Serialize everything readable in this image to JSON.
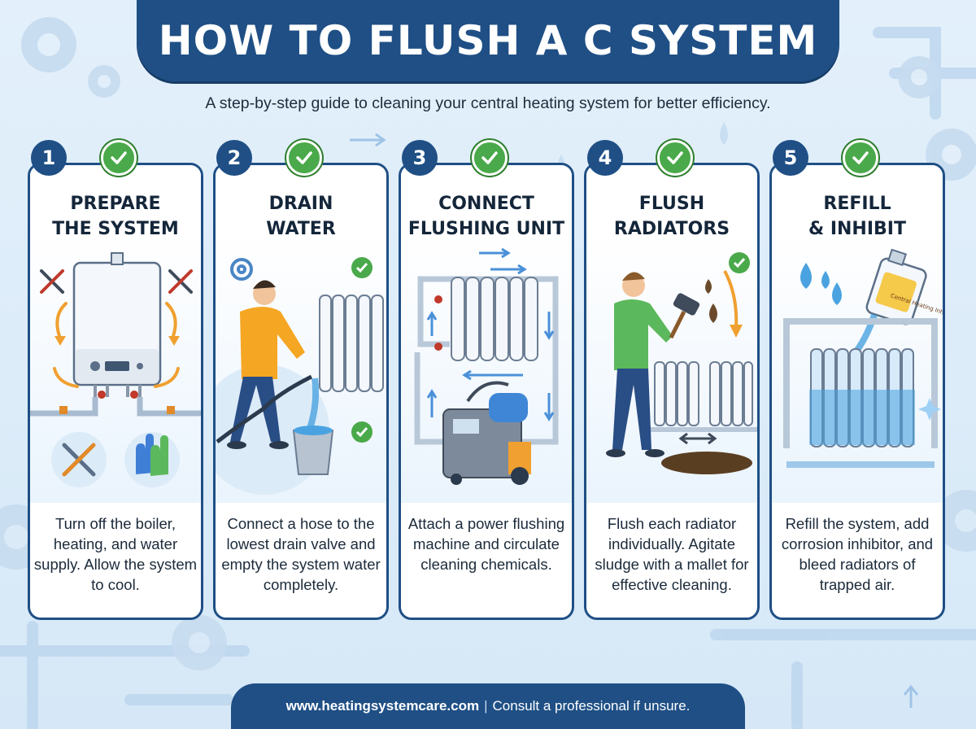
{
  "title": "HOW TO FLUSH A C SYSTEM",
  "subtitle": "A step-by-step guide to cleaning your central heating system for better efficiency.",
  "colors": {
    "navy": "#1f4f85",
    "green_check": "#4aa94a",
    "orange_arrow": "#f0a030",
    "water_blue": "#4aa3e0"
  },
  "steps": [
    {
      "number": "1",
      "title_line1": "PREPARE",
      "title_line2": "THE SYSTEM",
      "description": "Turn off the boiler, heating, and water supply. Allow the system to cool.",
      "icons": [
        "check-icon",
        "boiler-icon",
        "tools-icon",
        "gloves-icon"
      ]
    },
    {
      "number": "2",
      "title_line1": "DRAIN",
      "title_line2": "WATER",
      "description": "Connect a hose to the lowest drain valve and empty the system water completely.",
      "icons": [
        "check-icon",
        "person-icon",
        "radiator-icon",
        "bucket-icon"
      ]
    },
    {
      "number": "3",
      "title_line1": "CONNECT",
      "title_line2": "FLUSHING UNIT",
      "description": "Attach a power flushing machine and circulate cleaning chemicals.",
      "icons": [
        "check-icon",
        "radiator-icon",
        "flushing-machine-icon"
      ]
    },
    {
      "number": "4",
      "title_line1": "FLUSH",
      "title_line2": "RADIATORS",
      "description": "Flush each radiator individually. Agitate sludge with a mallet for effective cleaning.",
      "icons": [
        "check-icon",
        "person-icon",
        "mallet-icon",
        "radiator-icon"
      ]
    },
    {
      "number": "5",
      "title_line1": "REFILL",
      "title_line2": "& INHIBIT",
      "description": "Refill the system, add corrosion inhibitor, and bleed radiators of trapped air.",
      "icons": [
        "check-icon",
        "water-drop-icon",
        "inhibitor-bottle-icon",
        "radiator-icon"
      ]
    }
  ],
  "inhibitor_label": "Central Heating Inhibitor",
  "footer": {
    "url": "www.heatingsystemcare.com",
    "separator": "|",
    "note": "Consult a professional if unsure."
  }
}
